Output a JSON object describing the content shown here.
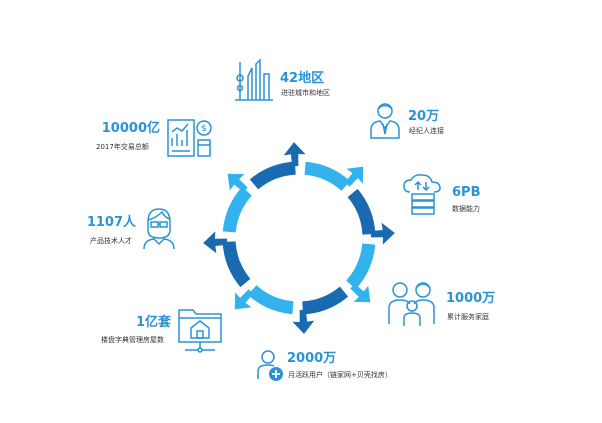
{
  "colors": {
    "dark": "#1a6ab1",
    "light": "#33b3ee",
    "text": "#2a93d5",
    "caption": "#333333",
    "icon": "#2a93d5"
  },
  "stats": [
    {
      "id": "cities",
      "value": "42地区",
      "caption": "进驻城市和地区",
      "icon": "skyline-icon"
    },
    {
      "id": "agents",
      "value": "20万",
      "caption": "经纪人连接",
      "icon": "agent-icon"
    },
    {
      "id": "data",
      "value": "6PB",
      "caption": "数据能力",
      "icon": "cloud-server-icon"
    },
    {
      "id": "families",
      "value": "1000万",
      "caption": "累计服务家庭",
      "icon": "family-icon"
    },
    {
      "id": "users",
      "value": "2000万",
      "caption": "月活跃用户（链家网+贝壳找房）",
      "icon": "user-add-icon"
    },
    {
      "id": "housing",
      "value": "1亿套",
      "caption": "楼盘字典管理房屋数",
      "icon": "house-folder-icon"
    },
    {
      "id": "engineers",
      "value": "1107人",
      "caption": "产品技术人才",
      "icon": "engineer-icon"
    },
    {
      "id": "transactions",
      "value": "10000亿",
      "caption": "2017年交易总额",
      "icon": "finance-report-icon"
    }
  ]
}
